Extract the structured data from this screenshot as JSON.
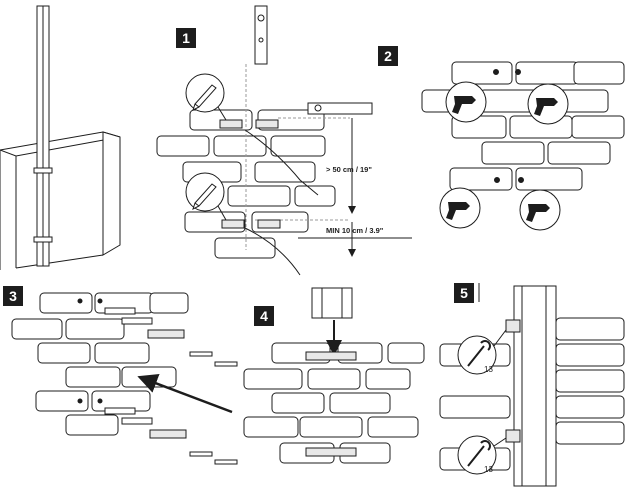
{
  "steps": [
    {
      "number": "1"
    },
    {
      "number": "2"
    },
    {
      "number": "3"
    },
    {
      "number": "4"
    },
    {
      "number": "5"
    }
  ],
  "measurements": {
    "min_spacing": "> 50 cm / 19\"",
    "min_ground": "MIN 10 cm / 3.9\""
  },
  "wrench_size": "13",
  "colors": {
    "ink": "#1d1d1d",
    "brick_fill": "#ffffff",
    "hint_line": "#9a9a9a"
  }
}
